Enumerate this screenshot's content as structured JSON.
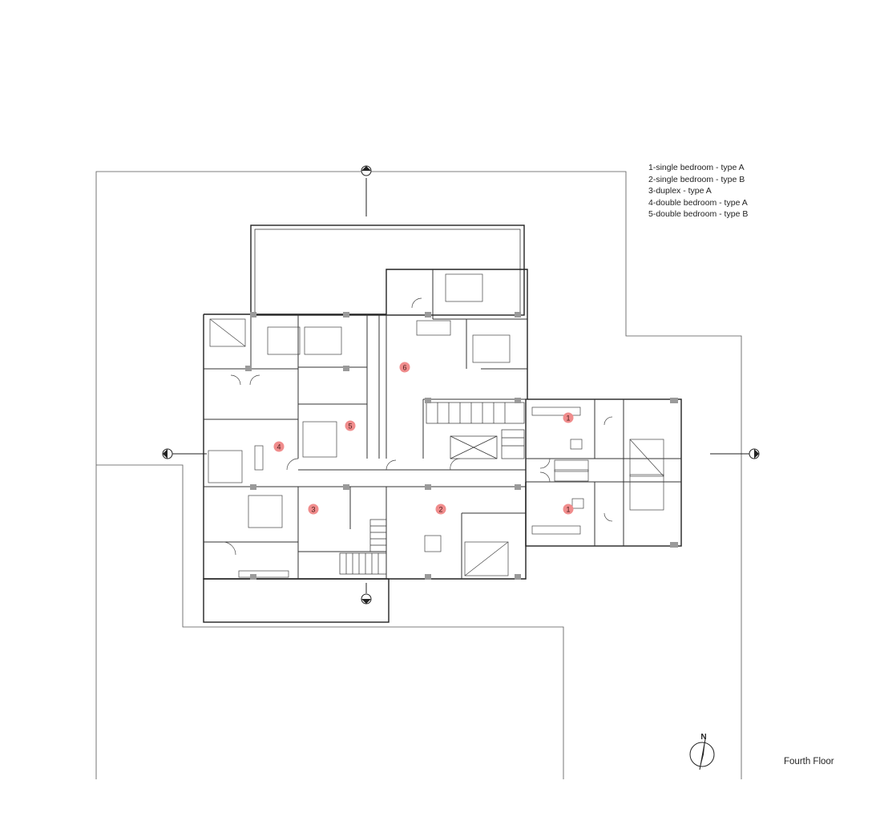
{
  "legend": [
    "1-single bedroom - type A",
    "2-single bedroom - type B",
    "3-duplex - type A",
    "4-double bedroom - type A",
    "5-double bedroom - type B"
  ],
  "floor_title": "Fourth Floor",
  "north_label": "N",
  "units": [
    "1",
    "1",
    "2",
    "3",
    "4",
    "5",
    "6"
  ],
  "colors": {
    "unit_marker": "#f08c8c",
    "line": "#222222",
    "column": "#9a9a9a"
  }
}
